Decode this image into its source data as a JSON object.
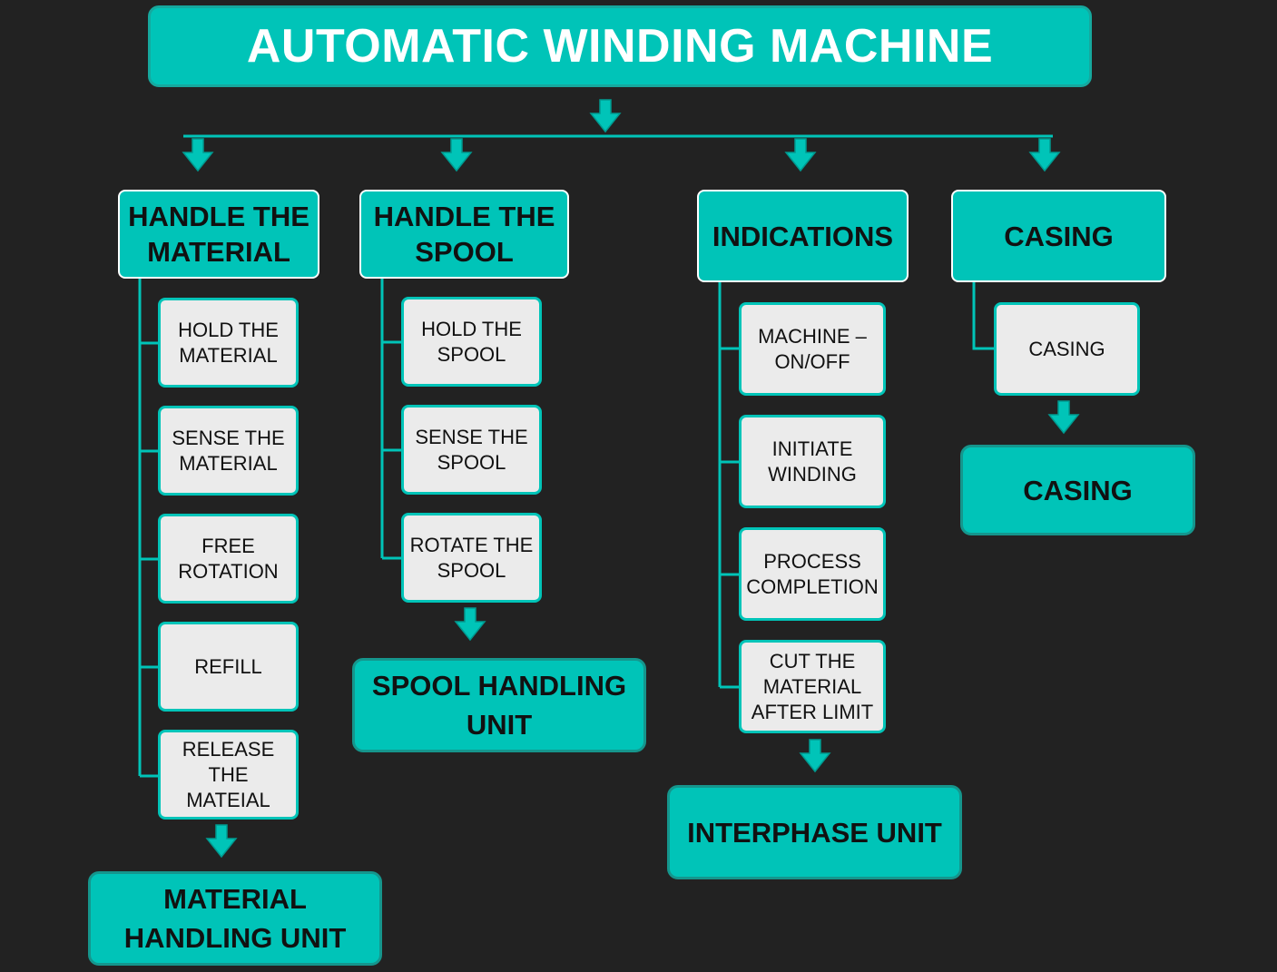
{
  "title": "AUTOMATIC WINDING MACHINE",
  "colors": {
    "background": "#222222",
    "accent": "#00c4b8",
    "item_fill": "#ebebeb",
    "text_dark": "#111111",
    "title_text": "#ffffff"
  },
  "columns": [
    {
      "heading": "HANDLE THE\nMATERIAL",
      "items": [
        "HOLD THE\nMATERIAL",
        "SENSE THE\nMATERIAL",
        "FREE\nROTATION",
        "REFILL",
        "RELEASE THE\nMATEIAL"
      ],
      "unit": "MATERIAL\nHANDLING UNIT"
    },
    {
      "heading": "HANDLE THE\nSPOOL",
      "items": [
        "HOLD THE\nSPOOL",
        "SENSE THE\nSPOOL",
        "ROTATE THE\nSPOOL"
      ],
      "unit": "SPOOL HANDLING\nUNIT"
    },
    {
      "heading": "INDICATIONS",
      "items": [
        "MACHINE –\nON/OFF",
        "INITIATE\nWINDING",
        "PROCESS\nCOMPLETION",
        "CUT THE\nMATERIAL\nAFTER LIMIT"
      ],
      "unit": "INTERPHASE UNIT"
    },
    {
      "heading": "CASING",
      "items": [
        "CASING"
      ],
      "unit": "CASING"
    }
  ]
}
